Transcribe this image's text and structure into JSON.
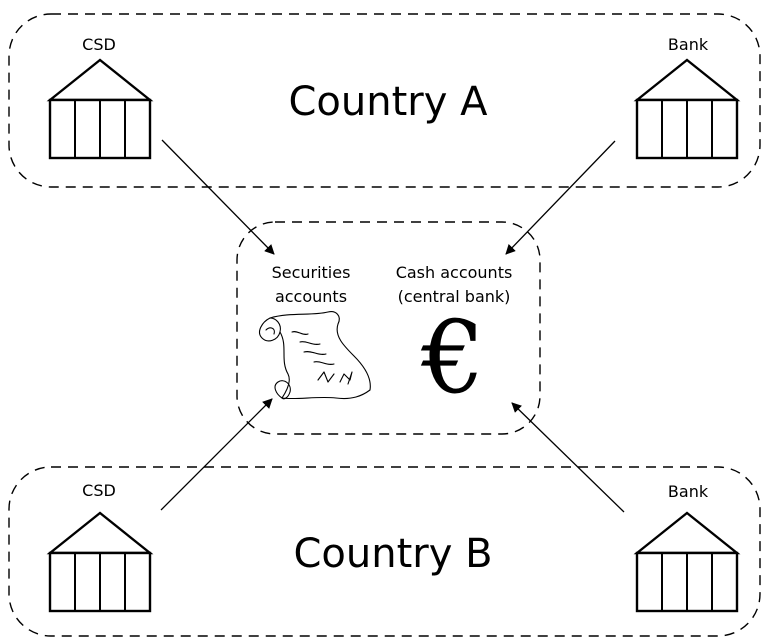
{
  "countries": {
    "a": {
      "name": "Country A",
      "csd_label": "CSD",
      "bank_label": "Bank"
    },
    "b": {
      "name": "Country B",
      "csd_label": "CSD",
      "bank_label": "Bank"
    }
  },
  "hub": {
    "securities_line1": "Securities",
    "securities_line2": "accounts",
    "cash_line1": "Cash accounts",
    "cash_line2": "(central bank)",
    "currency_symbol": "€",
    "securities_icon": "scroll-icon",
    "cash_icon": "euro-icon"
  },
  "icons": {
    "institution": "institution-building-icon"
  }
}
